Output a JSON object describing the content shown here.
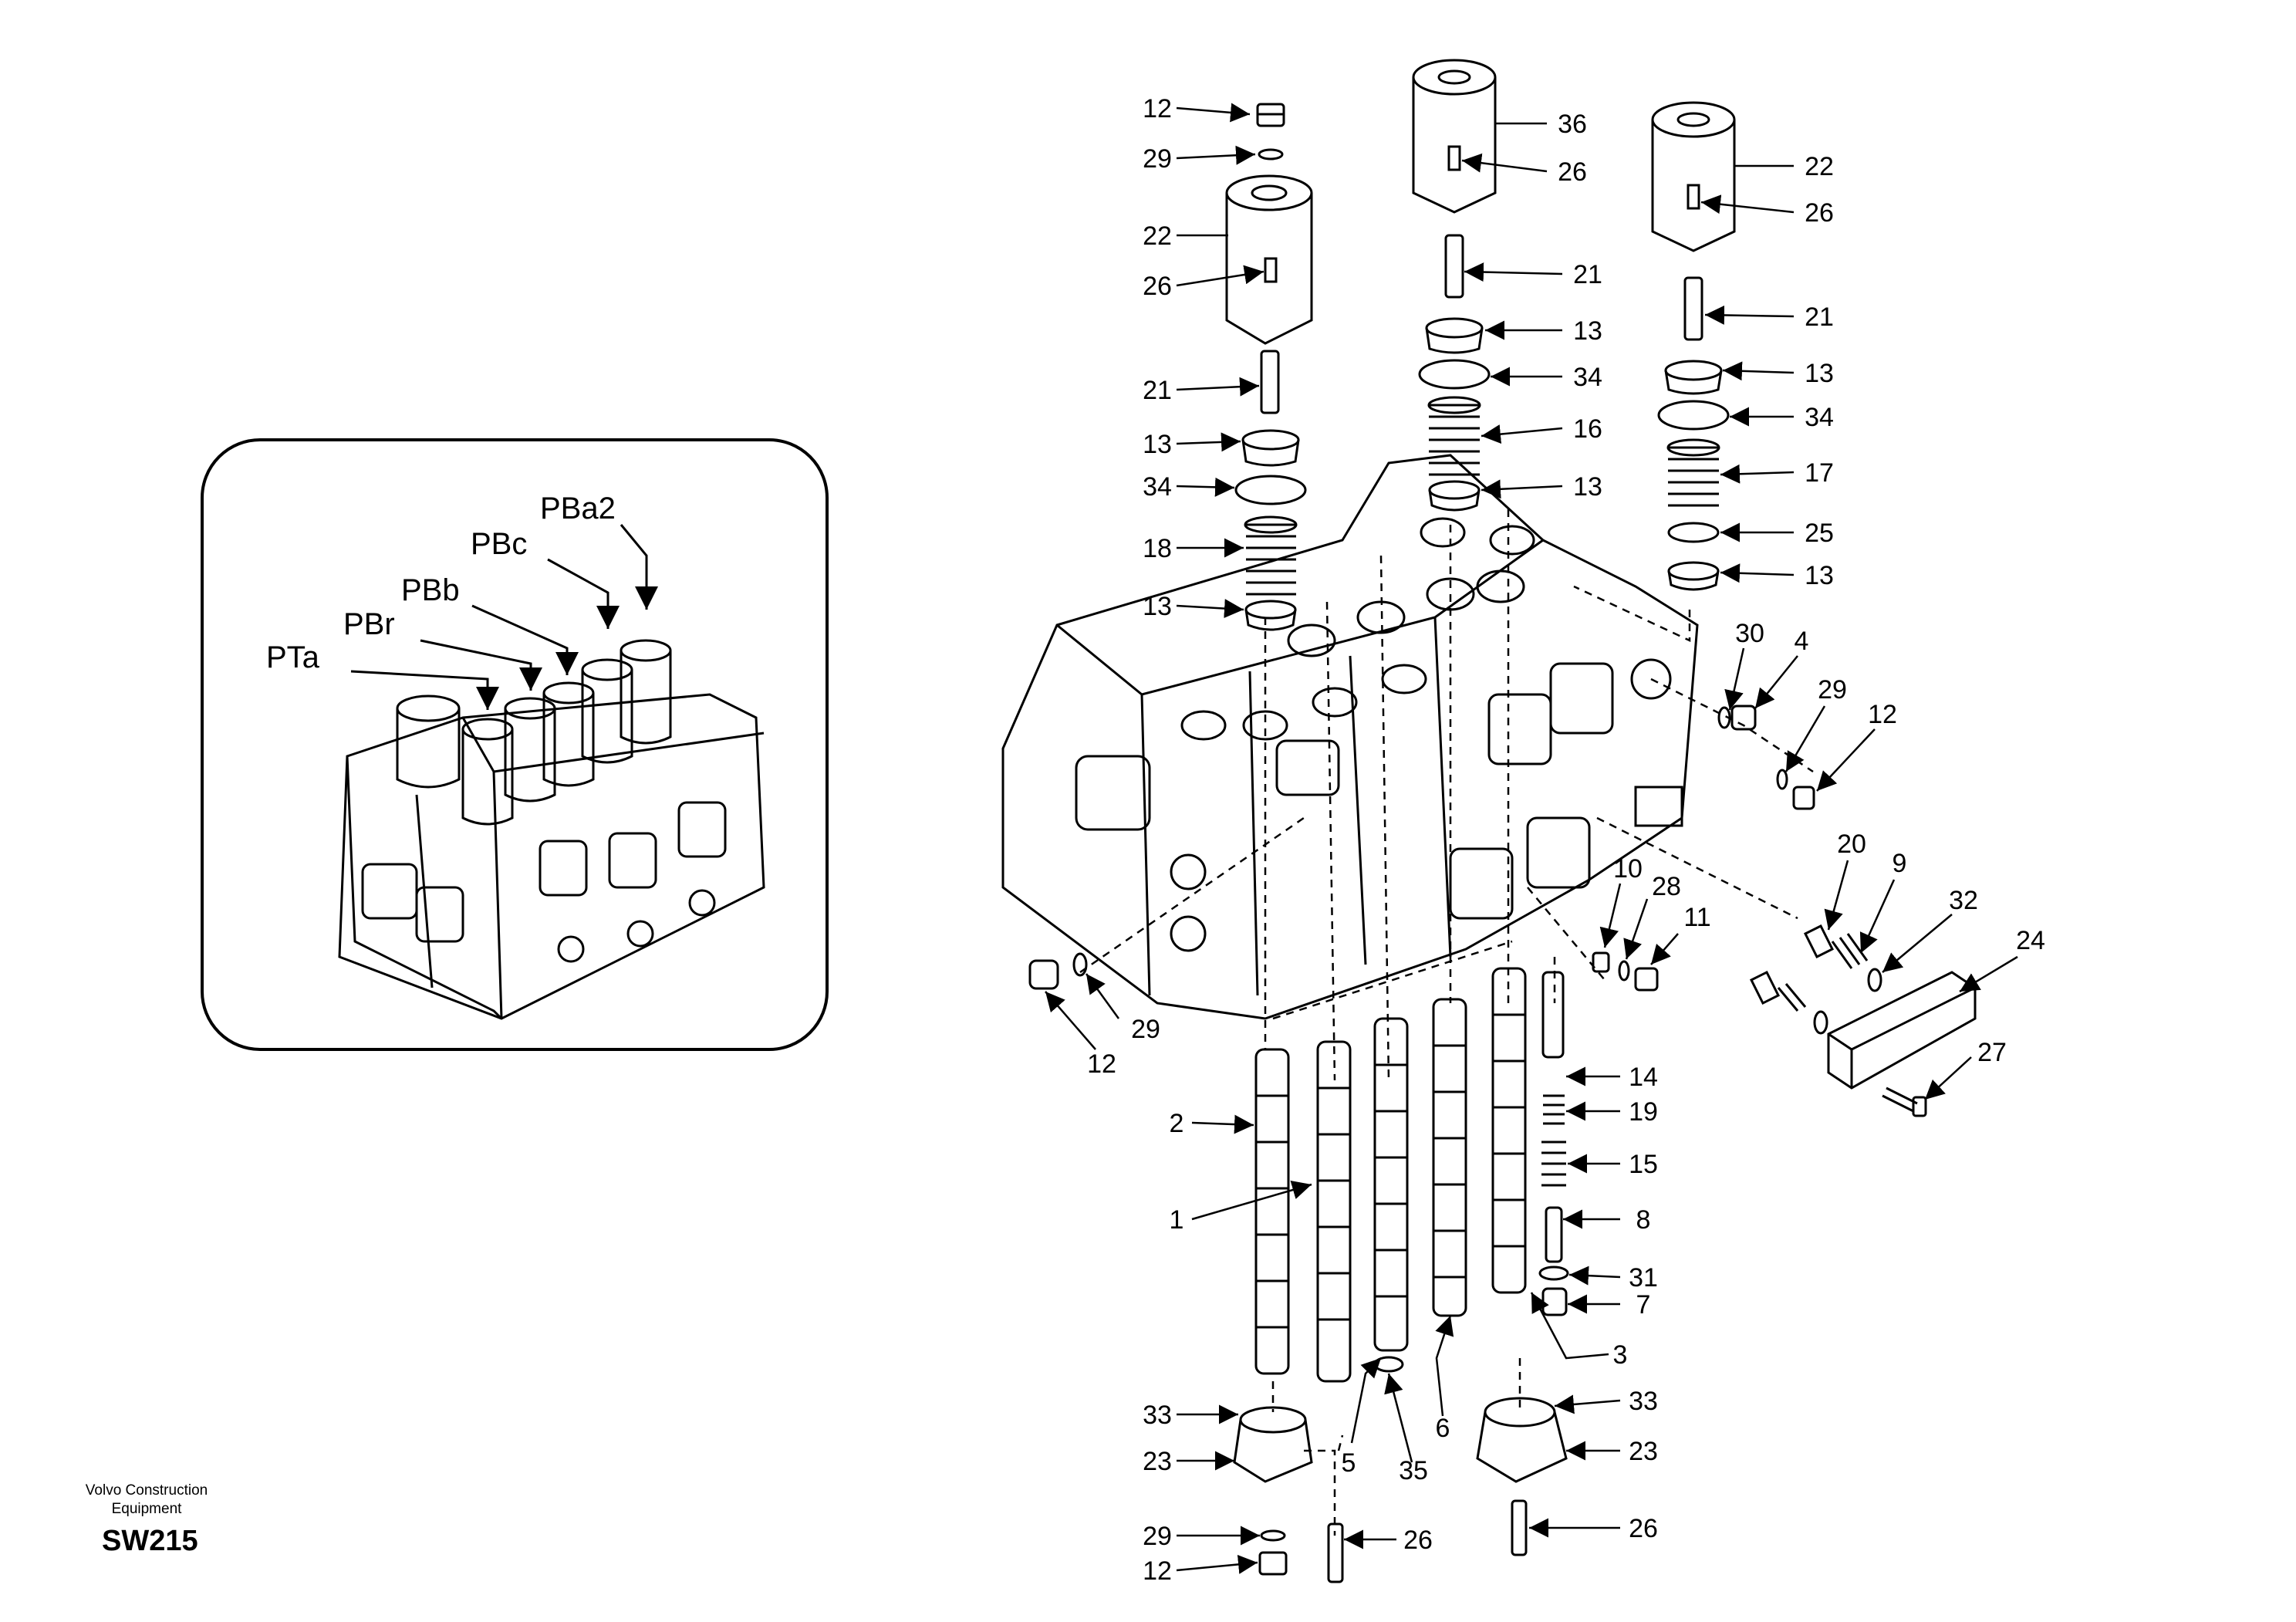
{
  "inset": {
    "labels": [
      {
        "id": "pba2",
        "text": "PBa2"
      },
      {
        "id": "pbc",
        "text": "PBc"
      },
      {
        "id": "pbb",
        "text": "PBb"
      },
      {
        "id": "pbr",
        "text": "PBr"
      },
      {
        "id": "pta",
        "text": "PTa"
      }
    ]
  },
  "callouts": [
    "12",
    "29",
    "22",
    "26",
    "21",
    "13",
    "34",
    "18",
    "13",
    "36",
    "26",
    "21",
    "13",
    "34",
    "16",
    "13",
    "22",
    "26",
    "21",
    "13",
    "34",
    "17",
    "25",
    "13",
    "30",
    "4",
    "29",
    "12",
    "20",
    "9",
    "32",
    "24",
    "27",
    "10",
    "28",
    "11",
    "29",
    "12",
    "2",
    "1",
    "14",
    "19",
    "15",
    "8",
    "31",
    "7",
    "3",
    "33",
    "23",
    "29",
    "12",
    "26",
    "5",
    "35",
    "6",
    "33",
    "23",
    "26"
  ],
  "footer": {
    "brand_line1": "Volvo Construction",
    "brand_line2": "Equipment",
    "code": "SW215"
  }
}
